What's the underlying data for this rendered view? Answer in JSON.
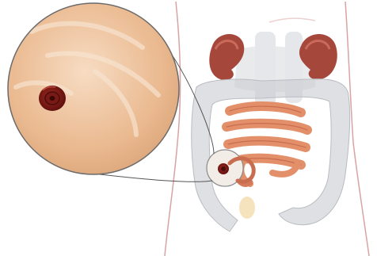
{
  "diagram": {
    "description_labels": [],
    "colors": {
      "background": "#ffffff",
      "body_outline": "#d9a3a3",
      "kidney": "#a6473c",
      "kidney_light": "#c96a5a",
      "organ_translucent": "#c9cbd0",
      "small_intestine": "#e3906a",
      "small_intestine_dark": "#c86d4f",
      "skin_magnified": "#e9b98f",
      "stoma": "#7a1a16",
      "stoma_dark": "#4a0d0b"
    },
    "parts": [
      "body-outline",
      "kidney-left",
      "kidney-right",
      "large-intestine",
      "small-intestine",
      "bladder",
      "ileostomy-stoma",
      "magnifier-circle",
      "magnified-stoma"
    ]
  }
}
